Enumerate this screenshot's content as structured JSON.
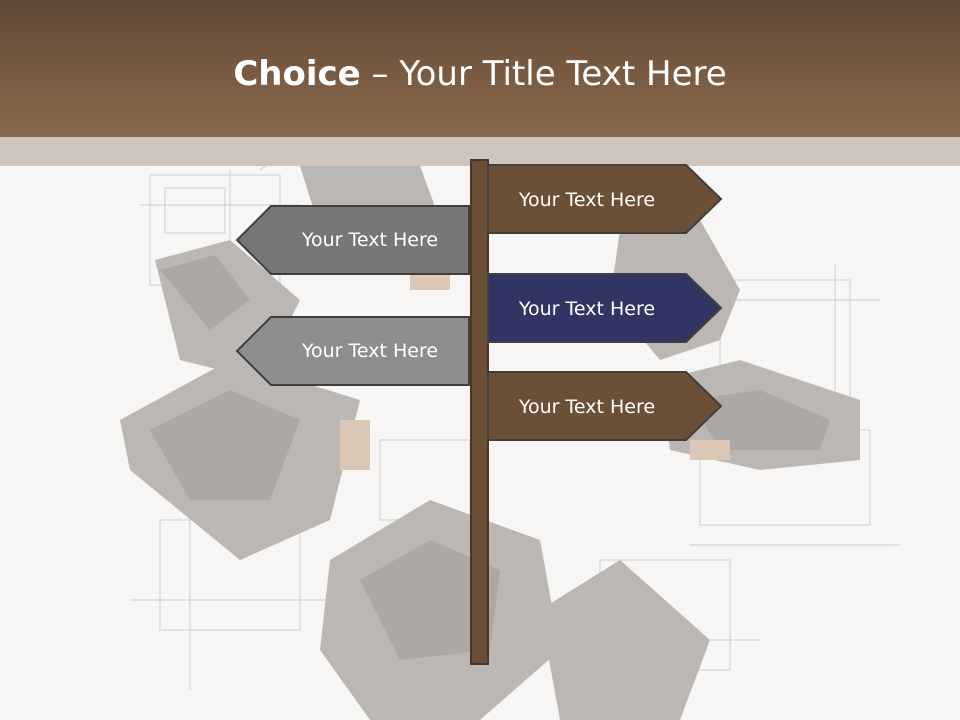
{
  "slide": {
    "title_bold": "Choice",
    "title_rest": " – Your Title Text Here"
  },
  "signs": [
    {
      "label": "Your Text Here",
      "direction": "right",
      "color": "#6b5037"
    },
    {
      "label": "Your Text Here",
      "direction": "left",
      "color": "#777777"
    },
    {
      "label": "Your Text Here",
      "direction": "right",
      "color": "#323463"
    },
    {
      "label": "Your Text Here",
      "direction": "left",
      "color": "#8e8e8e"
    },
    {
      "label": "Your Text Here",
      "direction": "right",
      "color": "#6b5037"
    }
  ],
  "colors": {
    "header": "#7a5b42",
    "post": "#6b5037"
  }
}
